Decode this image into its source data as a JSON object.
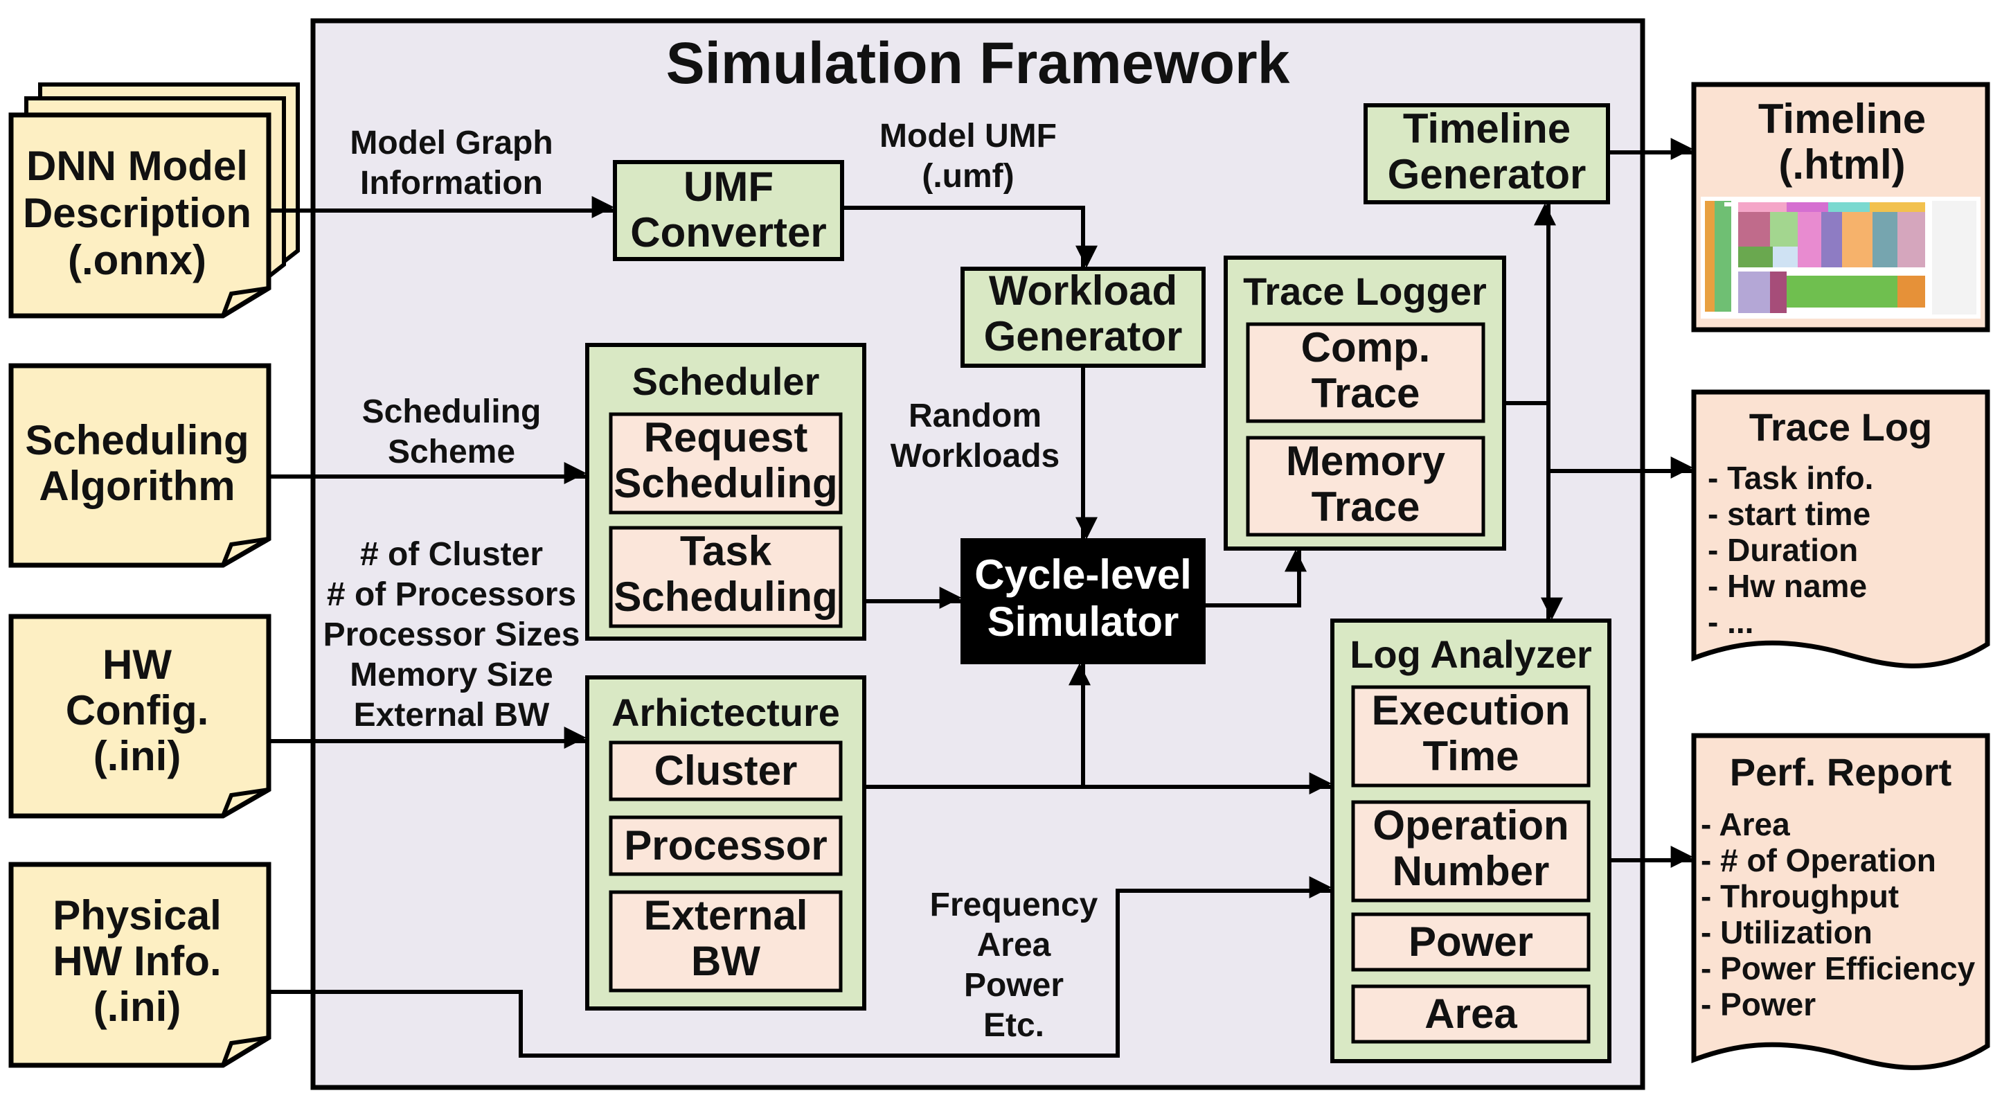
{
  "title": "Simulation Framework",
  "inputs": {
    "dnn_model": [
      "DNN Model",
      "Description",
      "(.onnx)"
    ],
    "scheduling_algorithm": [
      "Scheduling",
      "Algorithm"
    ],
    "hw_config": [
      "HW",
      "Config.",
      "(.ini)"
    ],
    "physical_hw_info": [
      "Physical",
      "HW Info.",
      "(.ini)"
    ]
  },
  "edge_labels": {
    "model_graph": [
      "Model Graph",
      "Information"
    ],
    "model_umf": [
      "Model UMF",
      "(.umf)"
    ],
    "scheduling_scheme": [
      "Scheduling",
      "Scheme"
    ],
    "random_workloads": [
      "Random",
      "Workloads"
    ],
    "hw_params": [
      "# of Cluster",
      "# of Processors",
      "Processor Sizes",
      "Memory Size",
      "External BW"
    ],
    "physical_params": [
      "Frequency",
      "Area",
      "Power",
      "Etc."
    ]
  },
  "blocks": {
    "umf_converter": [
      "UMF",
      "Converter"
    ],
    "workload_generator": [
      "Workload",
      "Generator"
    ],
    "timeline_generator": [
      "Timeline",
      "Generator"
    ],
    "scheduler": {
      "title": "Scheduler",
      "items": [
        [
          "Request",
          "Scheduling"
        ],
        [
          "Task",
          "Scheduling"
        ]
      ]
    },
    "trace_logger": {
      "title": "Trace Logger",
      "items": [
        [
          "Comp.",
          "Trace"
        ],
        [
          "Memory",
          "Trace"
        ]
      ]
    },
    "architecture": {
      "title": "Arhictecture",
      "items": [
        [
          "Cluster"
        ],
        [
          "Processor"
        ],
        [
          "External",
          "BW"
        ]
      ]
    },
    "log_analyzer": {
      "title": "Log Analyzer",
      "items": [
        [
          "Execution",
          "Time"
        ],
        [
          "Operation",
          "Number"
        ],
        [
          "Power"
        ],
        [
          "Area"
        ]
      ]
    },
    "simulator": [
      "Cycle-level",
      "Simulator"
    ]
  },
  "outputs": {
    "timeline": [
      "Timeline",
      "(.html)"
    ],
    "trace_log": {
      "title": "Trace Log",
      "items": [
        "- Task info.",
        "- start time",
        "- Duration",
        "- Hw name",
        "- ..."
      ]
    },
    "perf_report": {
      "title": "Perf. Report",
      "items": [
        "- Area",
        "- # of Operation",
        "- Throughput",
        "- Utilization",
        "- Power Efficiency",
        "- Power"
      ]
    }
  },
  "colors": {
    "framework_bg": "#ebe8f0",
    "block_green": "#d9e8c4",
    "item_peach": "#fbe6da",
    "doc_yellow": "#fdefc3",
    "output_peach": "#fbe2d2",
    "simulator_bg": "#000000"
  }
}
